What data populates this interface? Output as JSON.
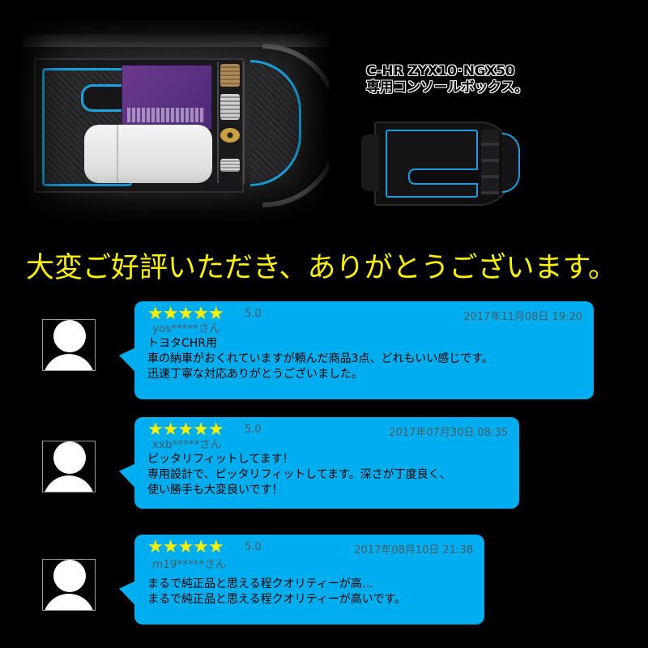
{
  "caption": {
    "line1": "C-HR ZYX10･NGX50",
    "line2": "専用コンソールボックス。"
  },
  "headline": "大変ご好評いただき、ありがとうございます。",
  "colors": {
    "background": "#000000",
    "headline": "#fff200",
    "bubble": "#00aeef",
    "star": "#fff200",
    "meta_text": "#4a5b66",
    "accent_mat": "#1aa3e0"
  },
  "icons": {
    "star": "★",
    "avatar": "default-user-silhouette"
  },
  "reviews": [
    {
      "stars": "★★★★★",
      "score": "5.0",
      "date": "2017年11月08日 19:20",
      "user": "yos*****さん",
      "lines": [
        "トヨタCHR用",
        "車の納車がおくれていますが頼んだ商品3点、どれもいい感じです。",
        "迅速丁寧な対応ありがとうございました。"
      ]
    },
    {
      "stars": "★★★★★",
      "score": "5.0",
      "date": "2017年07月30日 08:35",
      "user": "xxb*****さん",
      "lines": [
        "ピッタリフィットしてます！",
        "専用設計で、ピッタリフィットしてます。深さが丁度良く、",
        "使い勝手も大変良いです！"
      ]
    },
    {
      "stars": "★★★★★",
      "score": "5.0",
      "date": "2017年08月10日 21:38",
      "user": "m19*****さん",
      "lines": [
        "まるで純正品と思える程クオリティーが高…",
        "まるで純正品と思える程クオリティーが高いです。"
      ]
    }
  ]
}
